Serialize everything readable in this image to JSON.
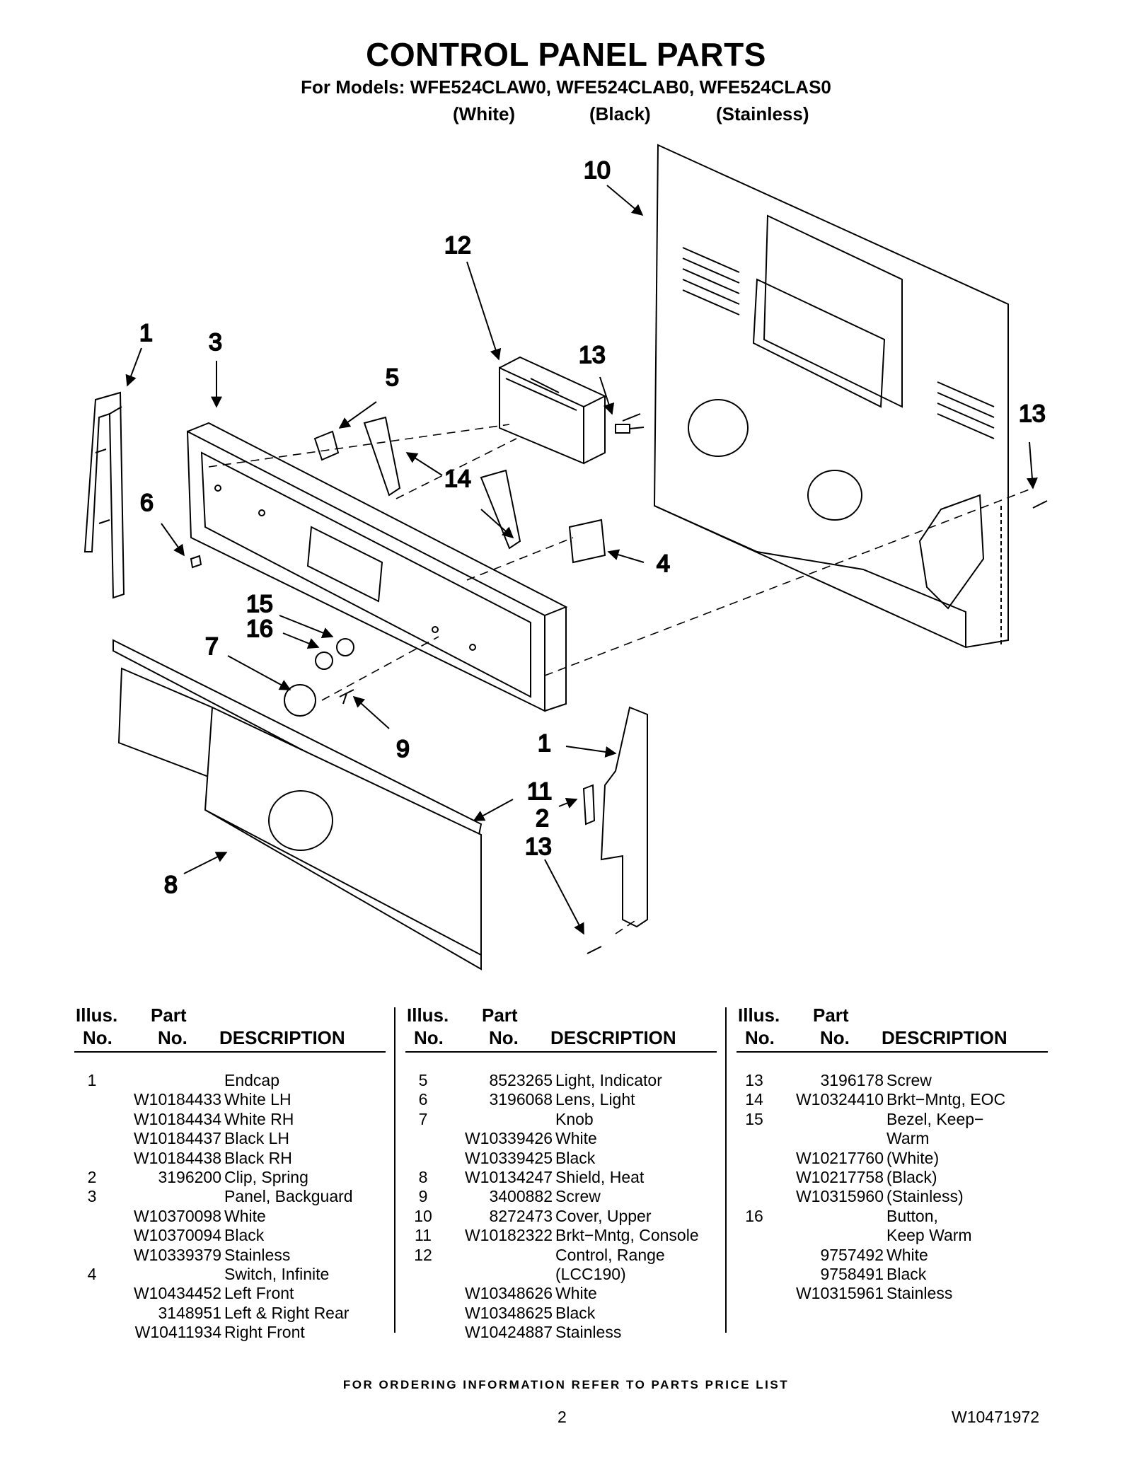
{
  "header": {
    "title": "CONTROL PANEL PARTS",
    "subtitle": "For Models: WFE524CLAW0, WFE524CLAB0, WFE524CLAS0",
    "variants": [
      "(White)",
      "(Black)",
      "(Stainless)"
    ]
  },
  "diagram": {
    "callouts": [
      "10",
      "12",
      "1",
      "3",
      "13",
      "5",
      "13",
      "14",
      "6",
      "4",
      "15",
      "16",
      "7",
      "9",
      "1",
      "11",
      "2",
      "13",
      "8"
    ]
  },
  "table": {
    "headers": {
      "illus_top": "Illus.",
      "illus_bottom": "No.",
      "part_top": "Part",
      "part_bottom": "No.",
      "desc": "DESCRIPTION"
    },
    "columns": [
      [
        {
          "illus": "1",
          "part": "",
          "desc": "Endcap"
        },
        {
          "illus": "",
          "part": "W10184433",
          "desc": "White LH"
        },
        {
          "illus": "",
          "part": "W10184434",
          "desc": "White RH"
        },
        {
          "illus": "",
          "part": "W10184437",
          "desc": "Black LH"
        },
        {
          "illus": "",
          "part": "W10184438",
          "desc": "Black RH"
        },
        {
          "illus": "2",
          "part": "3196200",
          "desc": "Clip, Spring"
        },
        {
          "illus": "3",
          "part": "",
          "desc": "Panel, Backguard"
        },
        {
          "illus": "",
          "part": "W10370098",
          "desc": "White"
        },
        {
          "illus": "",
          "part": "W10370094",
          "desc": "Black"
        },
        {
          "illus": "",
          "part": "W10339379",
          "desc": "Stainless"
        },
        {
          "illus": "4",
          "part": "",
          "desc": "Switch, Infinite"
        },
        {
          "illus": "",
          "part": "W10434452",
          "desc": "Left Front"
        },
        {
          "illus": "",
          "part": "3148951",
          "desc": "Left & Right Rear"
        },
        {
          "illus": "",
          "part": "W10411934",
          "desc": "Right Front"
        }
      ],
      [
        {
          "illus": "5",
          "part": "8523265",
          "desc": "Light, Indicator"
        },
        {
          "illus": "6",
          "part": "3196068",
          "desc": "Lens, Light"
        },
        {
          "illus": "7",
          "part": "",
          "desc": "Knob"
        },
        {
          "illus": "",
          "part": "W10339426",
          "desc": "White"
        },
        {
          "illus": "",
          "part": "W10339425",
          "desc": "Black"
        },
        {
          "illus": "8",
          "part": "W10134247",
          "desc": "Shield, Heat"
        },
        {
          "illus": "9",
          "part": "3400882",
          "desc": "Screw"
        },
        {
          "illus": "10",
          "part": "8272473",
          "desc": "Cover, Upper"
        },
        {
          "illus": "11",
          "part": "W10182322",
          "desc": "Brkt−Mntg, Console"
        },
        {
          "illus": "12",
          "part": "",
          "desc": "Control, Range"
        },
        {
          "illus": "",
          "part": "",
          "desc": "(LCC190)"
        },
        {
          "illus": "",
          "part": "W10348626",
          "desc": "White"
        },
        {
          "illus": "",
          "part": "W10348625",
          "desc": "Black"
        },
        {
          "illus": "",
          "part": "W10424887",
          "desc": "Stainless"
        }
      ],
      [
        {
          "illus": "13",
          "part": "3196178",
          "desc": "Screw"
        },
        {
          "illus": "14",
          "part": "W10324410",
          "desc": "Brkt−Mntg, EOC"
        },
        {
          "illus": "15",
          "part": "",
          "desc": "Bezel, Keep−"
        },
        {
          "illus": "",
          "part": "",
          "desc": "Warm"
        },
        {
          "illus": "",
          "part": "W10217760",
          "desc": "(White)"
        },
        {
          "illus": "",
          "part": "W10217758",
          "desc": "(Black)"
        },
        {
          "illus": "",
          "part": "W10315960",
          "desc": "(Stainless)"
        },
        {
          "illus": "16",
          "part": "",
          "desc": "Button,"
        },
        {
          "illus": "",
          "part": "",
          "desc": "Keep Warm"
        },
        {
          "illus": "",
          "part": "9757492",
          "desc": "White"
        },
        {
          "illus": "",
          "part": "9758491",
          "desc": "Black"
        },
        {
          "illus": "",
          "part": "W10315961",
          "desc": "Stainless"
        }
      ]
    ]
  },
  "footer": {
    "note": "FOR ORDERING INFORMATION REFER TO PARTS PRICE LIST",
    "page": "2",
    "doc_id": "W10471972"
  }
}
